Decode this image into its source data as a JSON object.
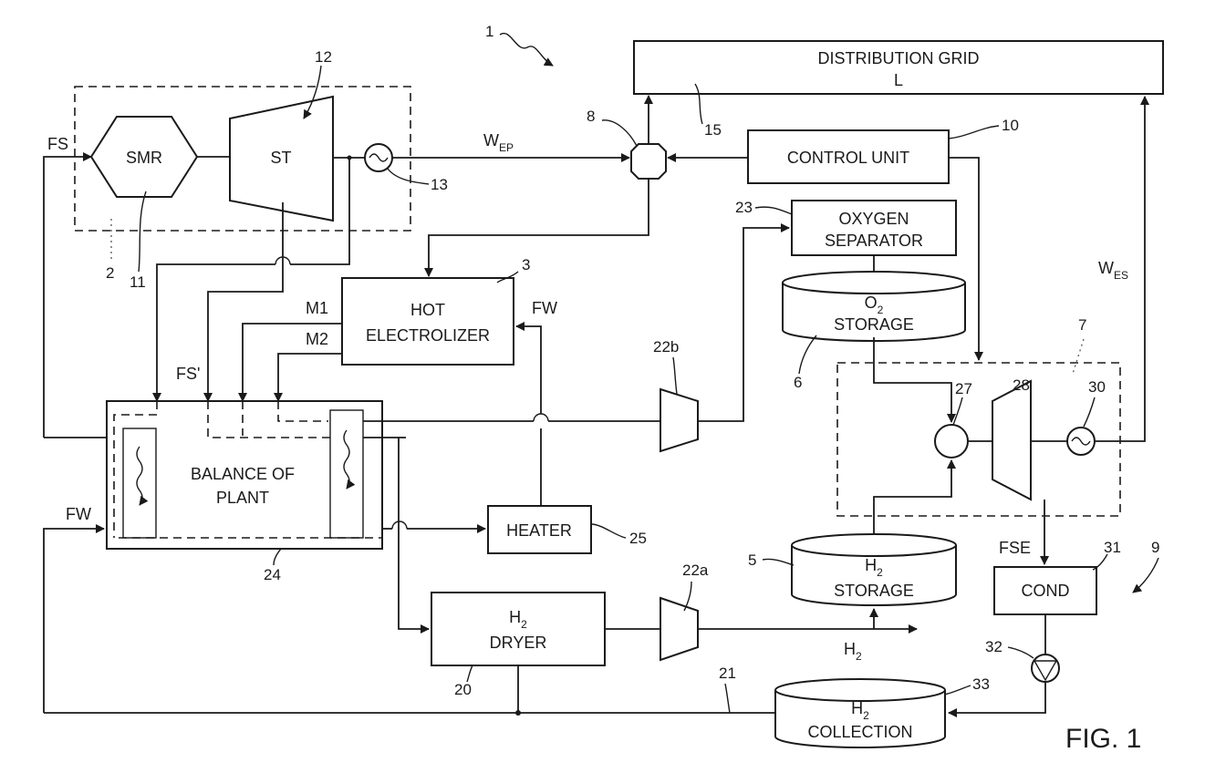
{
  "diagram": {
    "ref_system": "1",
    "grid": {
      "title": "DISTRIBUTION GRID",
      "sub": "L"
    },
    "smr": "SMR",
    "st": "ST",
    "control_unit": "CONTROL UNIT",
    "oxygen_sep_1": "OXYGEN",
    "oxygen_sep_2": "SEPARATOR",
    "o2_storage_1": "O",
    "o2_storage_sub": "2",
    "o2_storage_2": "STORAGE",
    "hot_electrolizer_1": "HOT",
    "hot_electrolizer_2": "ELECTROLIZER",
    "bop_1": "BALANCE OF",
    "bop_2": "PLANT",
    "heater": "HEATER",
    "h2_dryer_1": "H",
    "h2_dryer_sub": "2",
    "h2_dryer_2": "DRYER",
    "h2_storage_1": "H",
    "h2_storage_sub": "2",
    "h2_storage_2": "STORAGE",
    "h2_collection_1": "H",
    "h2_collection_sub": "2",
    "h2_collection_2": "COLLECTION",
    "cond": "COND",
    "labels": {
      "fs": "FS",
      "fs_prime": "FS'",
      "fw_left": "FW",
      "fw_mid": "FW",
      "w_ep": "W",
      "w_ep_sub": "EP",
      "w_es": "W",
      "w_es_sub": "ES",
      "m1": "M1",
      "m2": "M2",
      "h2_out": "H",
      "h2_out_sub": "2",
      "fse": "FSE"
    },
    "refs": {
      "r2": "2",
      "r3": "3",
      "r5": "5",
      "r6": "6",
      "r7": "7",
      "r8": "8",
      "r9": "9",
      "r10": "10",
      "r11": "11",
      "r12": "12",
      "r13": "13",
      "r15": "15",
      "r20": "20",
      "r21": "21",
      "r22a": "22a",
      "r22b": "22b",
      "r23": "23",
      "r24": "24",
      "r25": "25",
      "r27": "27",
      "r28": "28",
      "r30": "30",
      "r31": "31",
      "r32": "32",
      "r33": "33"
    },
    "figure": "FIG. 1"
  }
}
